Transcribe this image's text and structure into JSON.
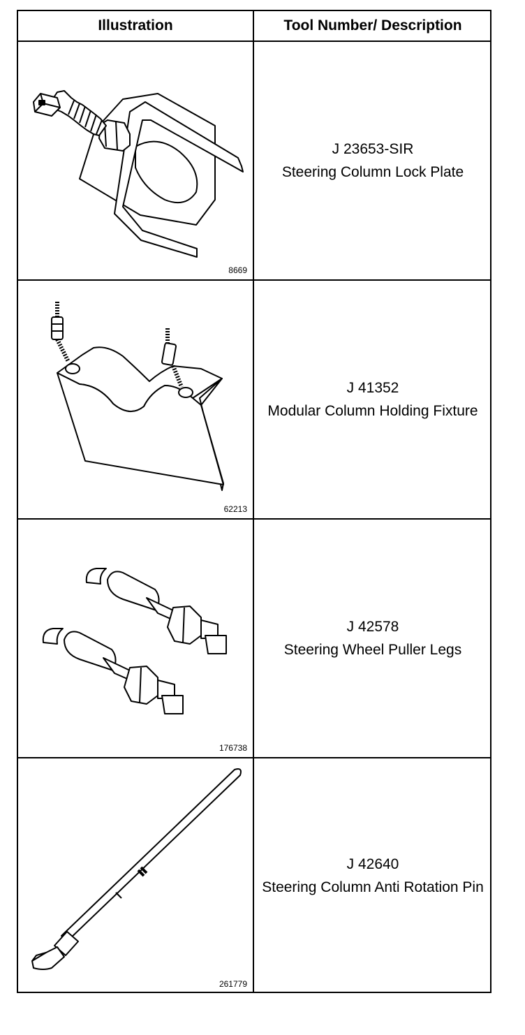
{
  "header": {
    "illustration": "Illustration",
    "tool": "Tool Number/ Description"
  },
  "rows": [
    {
      "figure": "8669",
      "tool_number": "J 23653-SIR",
      "description": "Steering Column Lock Plate"
    },
    {
      "figure": "62213",
      "tool_number": "J 41352",
      "description": "Modular Column Holding Fixture"
    },
    {
      "figure": "176738",
      "tool_number": "J 42578",
      "description": "Steering Wheel Puller Legs"
    },
    {
      "figure": "261779",
      "tool_number": "J 42640",
      "description": "Steering Column Anti Rotation Pin"
    }
  ]
}
